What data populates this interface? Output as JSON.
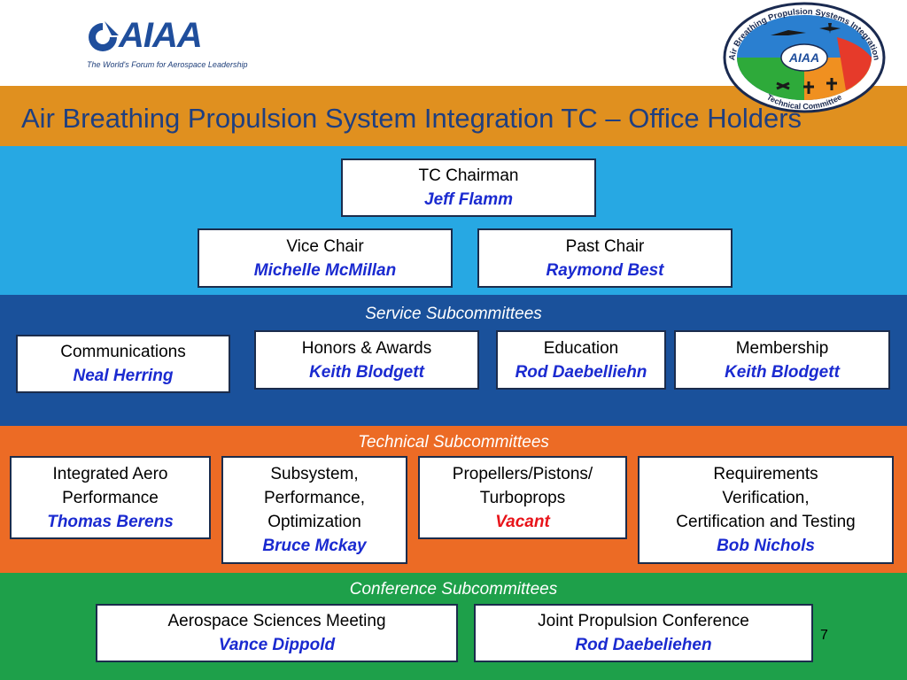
{
  "header": {
    "logo_text": "AIAA",
    "logo_tagline": "The World's Forum for Aerospace Leadership",
    "seal_ring_top": "Air Breathing Propulsion Systems Integration",
    "seal_ring_bottom": "Technical Committee",
    "seal_center": "AIAA"
  },
  "title": "Air Breathing Propulsion System Integration TC – Office Holders",
  "leadership": {
    "chair": {
      "role": "TC Chairman",
      "name": "Jeff Flamm"
    },
    "vice": {
      "role": "Vice Chair",
      "name": "Michelle McMillan"
    },
    "past": {
      "role": "Past Chair",
      "name": "Raymond Best"
    }
  },
  "service": {
    "title": "Service Subcommittees",
    "items": [
      {
        "role": "Communications",
        "name": "Neal Herring"
      },
      {
        "role": "Honors & Awards",
        "name": "Keith Blodgett"
      },
      {
        "role": "Education",
        "name": "Rod Daebelliehn"
      },
      {
        "role": "Membership",
        "name": "Keith Blodgett"
      }
    ]
  },
  "technical": {
    "title": "Technical Subcommittees",
    "items": [
      {
        "role_1": "Integrated Aero",
        "role_2": "Performance",
        "name": "Thomas Berens"
      },
      {
        "role_1": "Subsystem,",
        "role_2": "Performance,",
        "role_3": "Optimization",
        "name": "Bruce Mckay"
      },
      {
        "role_1": "Propellers/Pistons/",
        "role_2": "Turboprops",
        "name": "Vacant"
      },
      {
        "role_1": "Requirements",
        "role_2": "Verification,",
        "role_3": "Certification and Testing",
        "name": "Bob Nichols"
      }
    ]
  },
  "conference": {
    "title": "Conference Subcommittees",
    "items": [
      {
        "role": "Aerospace Sciences Meeting",
        "name": "Vance Dippold"
      },
      {
        "role": "Joint Propulsion Conference",
        "name": "Rod Daebeliehen"
      }
    ]
  },
  "page_number": "7",
  "colors": {
    "title_bar": "#e0901f",
    "service_band": "#1a519b",
    "leadership_band": "#27a8e3",
    "technical_band": "#ec6b25",
    "conference_band": "#1ea04a",
    "name_text": "#1a2ad0",
    "vacant_text": "#e8141a"
  }
}
